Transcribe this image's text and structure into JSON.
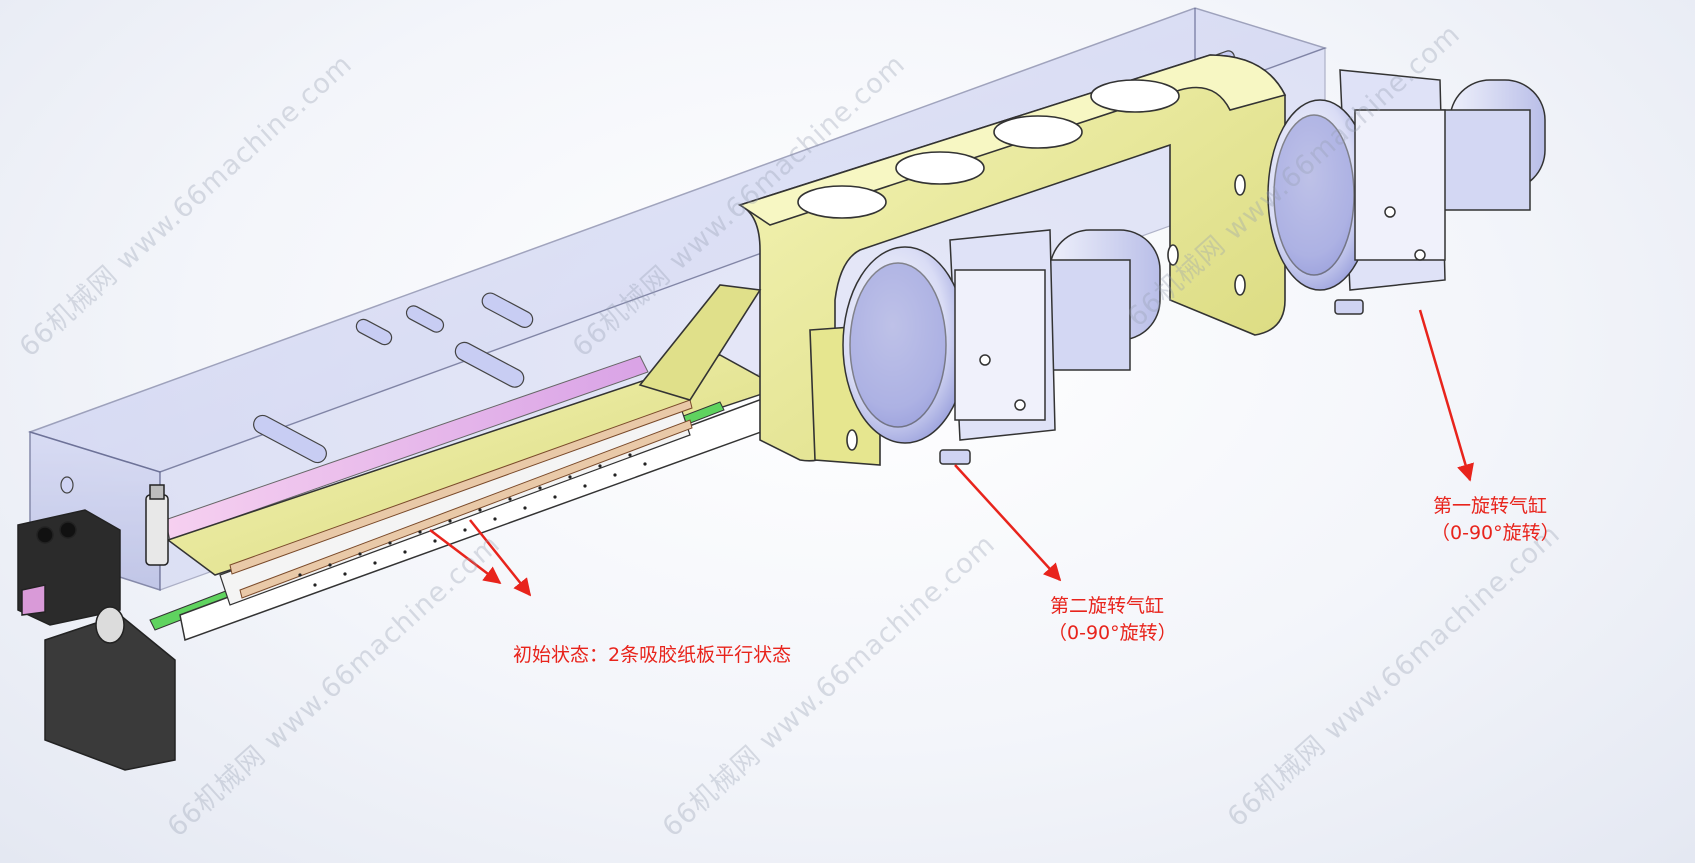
{
  "watermark": "66机械网 www.66machine.com",
  "labels": {
    "initial_state": "初始状态：2条吸胶纸板平行状态",
    "second_cylinder": {
      "name": "第二旋转气缸",
      "range": "（0-90°旋转）"
    },
    "first_cylinder": {
      "name": "第一旋转气缸",
      "range": "（0-90°旋转）"
    }
  },
  "colors": {
    "annotation": "#e8241c",
    "frame": "#c9cdf0",
    "bracket": "#eaea9c",
    "cylinder": "#d6daf3",
    "block": "#262626"
  }
}
